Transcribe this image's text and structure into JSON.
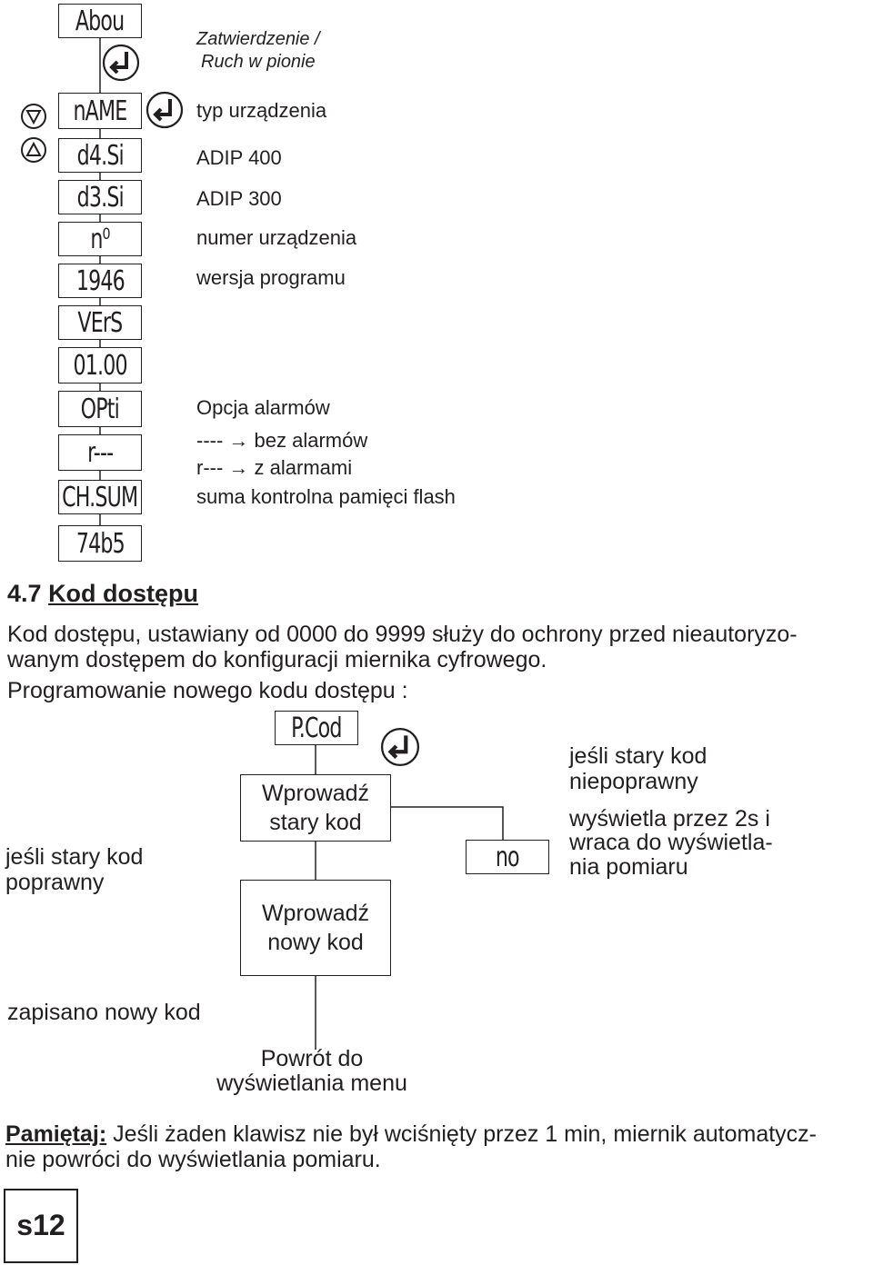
{
  "menu": {
    "display_items": [
      "Abou",
      "nAME",
      "d4.Si",
      "d3.Si",
      "n⁰",
      "1946",
      "VErS",
      "01.00",
      "OPti",
      "r---",
      "CH.SUM",
      "74b5"
    ],
    "header_desc": "Zatwierdzenie /",
    "header_desc2": "Ruch w pionie",
    "desc_type": "typ urządzenia",
    "desc_adip400": "ADIP 400",
    "desc_adip300": "ADIP 300",
    "desc_number": "numer urządzenia",
    "desc_version": "wersja programu",
    "desc_option": "Opcja alarmów",
    "desc_opt_none": "---- → bez alarmów",
    "desc_opt_alarm": "r--- → z alarmami",
    "desc_checksum": "suma kontrolna pamięci flash"
  },
  "section": {
    "number": "4.7",
    "title": "Kod dostępu",
    "para_line1": "Kod dostępu, ustawiany od 0000 do 9999 służy do ochrony przed nieautoryzo-",
    "para_line2": "wanym dostępem do konfiguracji miernika cyfrowego.",
    "programming": "Programowanie nowego kodu dostępu :"
  },
  "flow": {
    "pcod": "P.Cod",
    "enter_old_1": "Wprowadź",
    "enter_old_2": "stary kod",
    "enter_new_1": "Wprowadź",
    "enter_new_2": "nowy kod",
    "no": "no",
    "old_ok_1": "jeśli stary kod",
    "old_ok_2": "poprawny",
    "old_bad_1": "jeśli stary kod",
    "old_bad_2": "niepoprawny",
    "shows_1": "wyświetla przez 2s i",
    "shows_2": "wraca do wyświetla-",
    "shows_3": "nia pomiaru",
    "saved": "zapisano nowy kod",
    "back_1": "Powrót do",
    "back_2": "wyświetlania menu"
  },
  "note": {
    "label": "Pamiętaj:",
    "line1": " Jeśli żaden klawisz nie był wciśnięty przez 1 min, miernik automatycz-",
    "line2": "nie powróci do wyświetlania pomiaru."
  },
  "page_label": "s12",
  "icons": [
    "enter-key-icon",
    "arrow-down-icon",
    "arrow-up-icon"
  ]
}
